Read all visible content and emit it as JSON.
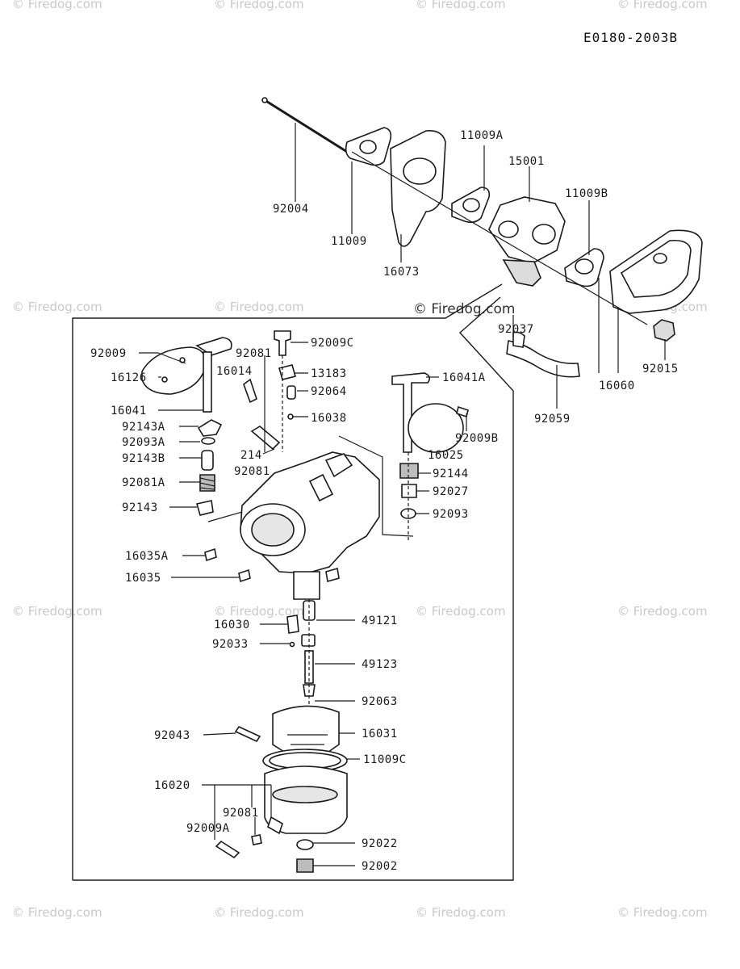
{
  "drawing_code": "E0180-2003B",
  "watermark_text": "© Firedog.com",
  "watermark_center_text": "© Firedog.com",
  "parts": [
    {
      "id": "92004"
    },
    {
      "id": "11009"
    },
    {
      "id": "16073"
    },
    {
      "id": "11009A"
    },
    {
      "id": "15001"
    },
    {
      "id": "11009B"
    },
    {
      "id": "92037"
    },
    {
      "id": "92015"
    },
    {
      "id": "16060"
    },
    {
      "id": "92059"
    },
    {
      "id": "92009"
    },
    {
      "id": "16126"
    },
    {
      "id": "16041"
    },
    {
      "id": "92143A"
    },
    {
      "id": "92093A"
    },
    {
      "id": "92143B"
    },
    {
      "id": "92081A"
    },
    {
      "id": "92143"
    },
    {
      "id": "92081"
    },
    {
      "id": "16014"
    },
    {
      "id": "214"
    },
    {
      "id": "92081"
    },
    {
      "id": "92009C"
    },
    {
      "id": "13183"
    },
    {
      "id": "92064"
    },
    {
      "id": "16038"
    },
    {
      "id": "16041A"
    },
    {
      "id": "92009B"
    },
    {
      "id": "16025"
    },
    {
      "id": "92144"
    },
    {
      "id": "92027"
    },
    {
      "id": "92093"
    },
    {
      "id": "16035A"
    },
    {
      "id": "16035"
    },
    {
      "id": "16030"
    },
    {
      "id": "49121"
    },
    {
      "id": "92033"
    },
    {
      "id": "49123"
    },
    {
      "id": "92063"
    },
    {
      "id": "92043"
    },
    {
      "id": "16031"
    },
    {
      "id": "11009C"
    },
    {
      "id": "16020"
    },
    {
      "id": "92081"
    },
    {
      "id": "92009A"
    },
    {
      "id": "92022"
    },
    {
      "id": "92002"
    }
  ]
}
